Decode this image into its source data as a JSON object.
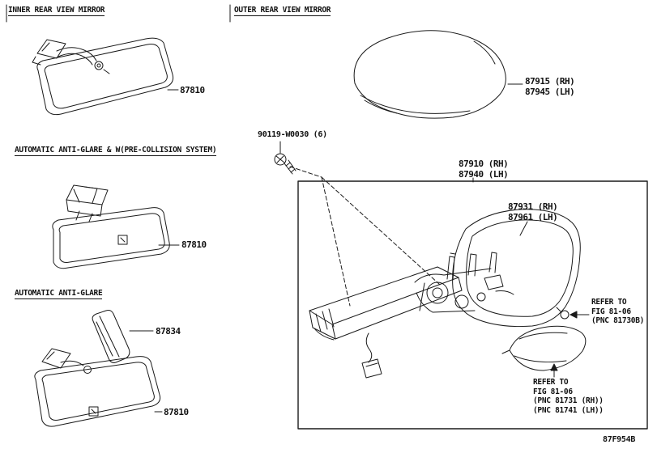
{
  "page": {
    "footer_code": "87F954B"
  },
  "colors": {
    "ink": "#1a1a1a",
    "background": "#ffffff"
  },
  "left_column": {
    "inner_mirror": {
      "title": "INNER REAR VIEW MIRROR",
      "part_number": "87810"
    },
    "anti_glare_pcs": {
      "title": "AUTOMATIC ANTI-GLARE & W(PRE-COLLISION SYSTEM)",
      "part_number": "87810"
    },
    "anti_glare": {
      "title": "AUTOMATIC ANTI-GLARE",
      "cover_part_number": "87834",
      "part_number": "87810"
    }
  },
  "right_column": {
    "title": "OUTER REAR VIEW MIRROR",
    "cover": {
      "rh": "87915 (RH)",
      "lh": "87945 (LH)"
    },
    "bolt": {
      "part_number": "90119-W0030 (6)"
    },
    "assembly": {
      "rh": "87910 (RH)",
      "lh": "87940 (LH)"
    },
    "glass": {
      "rh": "87931 (RH)",
      "lh": "87961 (LH)"
    },
    "refer_note_1": {
      "line1": "REFER TO",
      "line2": "FIG 81-06",
      "line3": "(PNC 81730B)"
    },
    "refer_note_2": {
      "line1": "REFER TO",
      "line2": "FIG 81-06",
      "line3": "(PNC 81731 (RH))",
      "line4": "(PNC 81741 (LH))"
    }
  }
}
